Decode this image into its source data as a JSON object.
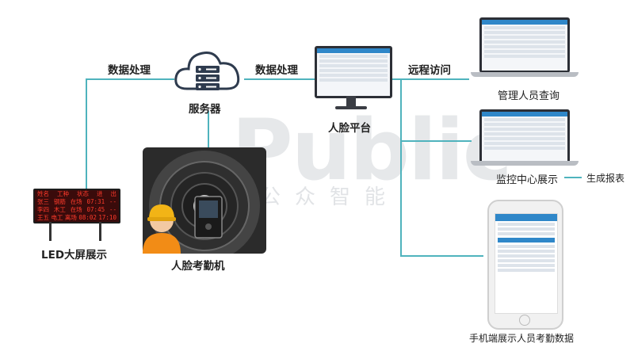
{
  "labels": {
    "data_process_left": "数据处理",
    "data_process_right": "数据处理",
    "remote_access": "远程访问",
    "server": "服务器",
    "face_platform": "人脸平台",
    "admin_query": "管理人员查询",
    "monitor_display": "监控中心展示",
    "generate_report": "生成报表",
    "led_display": "LED大屏展示",
    "face_terminal": "人脸考勤机",
    "mobile_display": "手机端展示人员考勤数据"
  },
  "watermark": {
    "text": "Public",
    "subtext": "公众智能"
  },
  "colors": {
    "connector": "#4fb3bd",
    "led_text": "#ff3b2b",
    "screen_header": "#2f87c9",
    "helmet": "#f2b416"
  },
  "led_rows": [
    [
      "姓名",
      "工种",
      "状态",
      "进",
      "出"
    ],
    [
      "张三",
      "钢筋",
      "在场",
      "07:31",
      "--"
    ],
    [
      "李四",
      "木工",
      "在场",
      "07:45",
      "--"
    ],
    [
      "王五",
      "电工",
      "离场",
      "08:02",
      "17:10"
    ]
  ]
}
